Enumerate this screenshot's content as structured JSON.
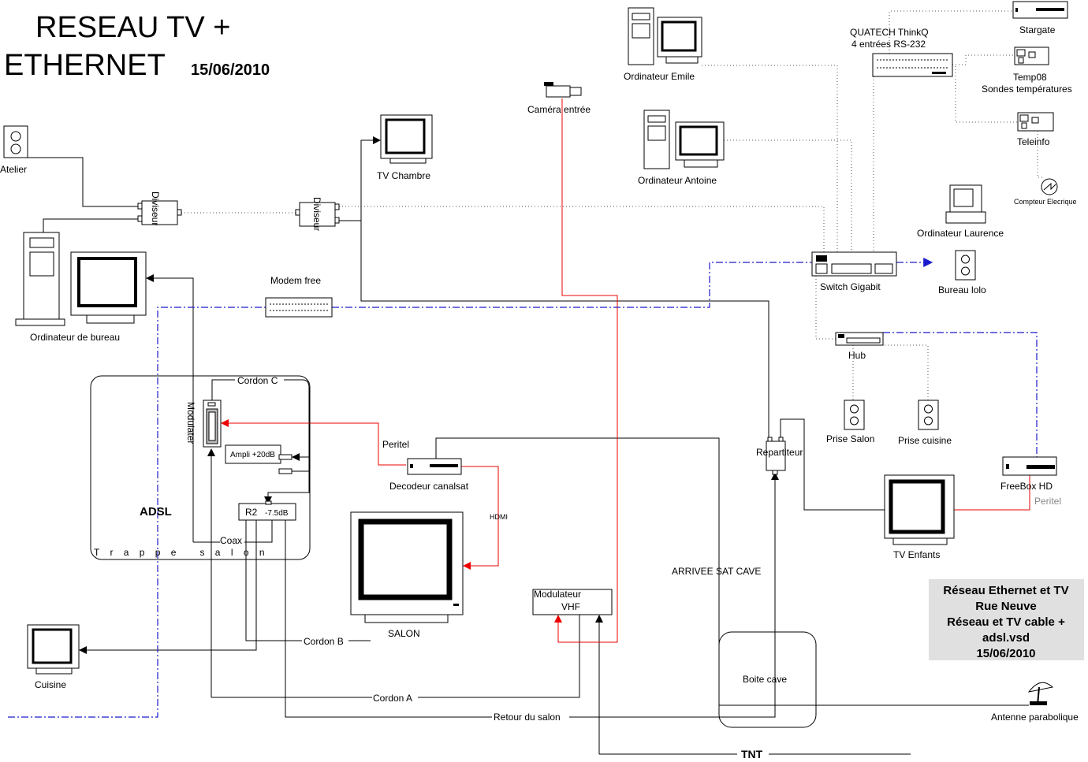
{
  "title": {
    "line1": "RESEAU TV +",
    "line2": "ETHERNET",
    "date": "15/06/2010"
  },
  "devices": {
    "atelier": "Atelier",
    "diviseur1": "Diviseur",
    "diviseur2": "Diviseur",
    "ordinateur_bureau": "Ordinateur de bureau",
    "modem_free": "Modem free",
    "tv_chambre": "TV Chambre",
    "camera": "Caméra entrée",
    "ordinateur_emile": "Ordinateur Emile",
    "ordinateur_antoine": "Ordinateur Antoine",
    "quatech_line1": "QUATECH ThinkQ",
    "quatech_line2": "4 entrées RS-232",
    "stargate": "Stargate",
    "temp08_line1": "Temp08",
    "temp08_line2": "Sondes températures",
    "teleinfo": "Teleinfo",
    "compteur": "Compteur Elecrique",
    "ordinateur_laurence": "Ordinateur Laurence",
    "switch": "Switch Gigabit",
    "bureau_lolo": "Bureau lolo",
    "hub": "Hub",
    "prise_salon": "Prise Salon",
    "prise_cuisine": "Prise cuisine",
    "repartiteur": "Repartiteur",
    "freebox": "FreeBox HD",
    "freebox_peritel": "Peritel",
    "tv_enfants": "TV Enfants",
    "adsl": "ADSL",
    "trappe": "T r a p p e   s a l o n",
    "modulater": "Modulater",
    "ampli": "Ampli +20dB",
    "r2": "R2",
    "r2_db": "-7.5dB",
    "peritel": "Peritel",
    "decodeur": "Decodeur canalsat",
    "hdmi": "HDMI",
    "salon": "SALON",
    "modulateur_vhf_line1": "Modulateur",
    "modulateur_vhf_line2": "VHF",
    "cuisine": "Cuisine",
    "boite_cave": "Boite cave",
    "antenne": "Antenne parabolique",
    "tnt": "TNT"
  },
  "cables": {
    "cordon_a": "Cordon A",
    "cordon_b": "Cordon B",
    "cordon_c": "Cordon C",
    "coax": "Coax",
    "retour": "Retour du salon",
    "arrivee_sat": "ARRIVEE SAT CAVE"
  },
  "info_box": {
    "line1": "Réseau Ethernet et TV",
    "line2": "Rue Neuve",
    "line3": "Réseau et TV cable +",
    "line4": "adsl.vsd",
    "line5": "15/06/2010"
  },
  "colors": {
    "ethernet_dashed": "#1a1acc",
    "video_link": "#e00000",
    "info_box_bg": "#e0e0e0"
  }
}
